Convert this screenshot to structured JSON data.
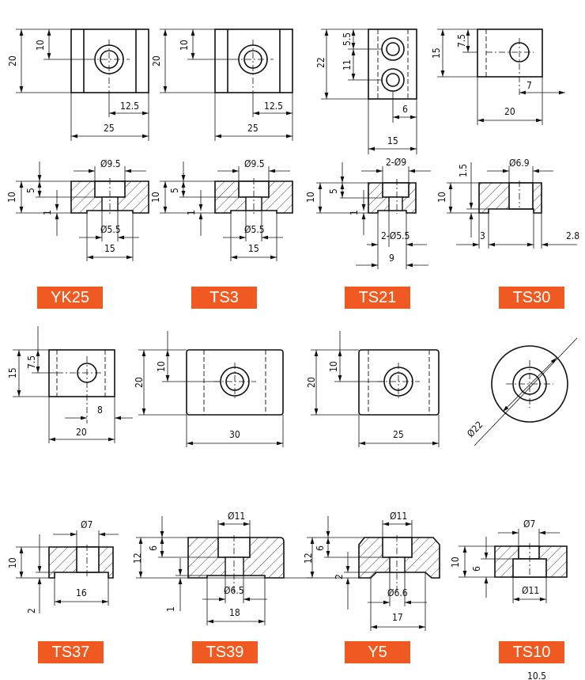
{
  "accent_color": "#f05a22",
  "parts": [
    {
      "name": "YK25",
      "top": [
        "20",
        "10",
        "12.5",
        "25"
      ],
      "section": [
        "10",
        "5",
        "1",
        "Ø9.5",
        "Ø5.5",
        "15"
      ]
    },
    {
      "name": "TS3",
      "top": [
        "20",
        "10",
        "12.5",
        "25"
      ],
      "section": [
        "10",
        "5",
        "1",
        "Ø9.5",
        "Ø5.5",
        "15"
      ]
    },
    {
      "name": "TS21",
      "top": [
        "22",
        "5.5",
        "11",
        "6",
        "15"
      ],
      "section": [
        "10",
        "5",
        "1",
        "2-Ø9",
        "2-Ø5.5",
        "9"
      ]
    },
    {
      "name": "TS30",
      "top": [
        "15",
        "7.5",
        "7",
        "20"
      ],
      "section": [
        "10",
        "1.5",
        "Ø6.9",
        "3",
        "2.8"
      ]
    },
    {
      "name": "TS37",
      "top": [
        "15",
        "7.5",
        "8",
        "20"
      ],
      "section": [
        "10",
        "2",
        "Ø7",
        "16"
      ]
    },
    {
      "name": "TS39",
      "top": [
        "20",
        "10",
        "30"
      ],
      "section": [
        "12",
        "6",
        "1",
        "Ø11",
        "Ø6.5",
        "18"
      ]
    },
    {
      "name": "Y5",
      "top": [
        "20",
        "10",
        "25"
      ],
      "section": [
        "12",
        "6",
        "2",
        "Ø11",
        "Ø6.6",
        "17"
      ]
    },
    {
      "name": "TS10",
      "top": [
        "Ø22"
      ],
      "section": [
        "10",
        "6",
        "Ø7",
        "Ø11"
      ]
    }
  ],
  "footer_fragment": "10.5"
}
